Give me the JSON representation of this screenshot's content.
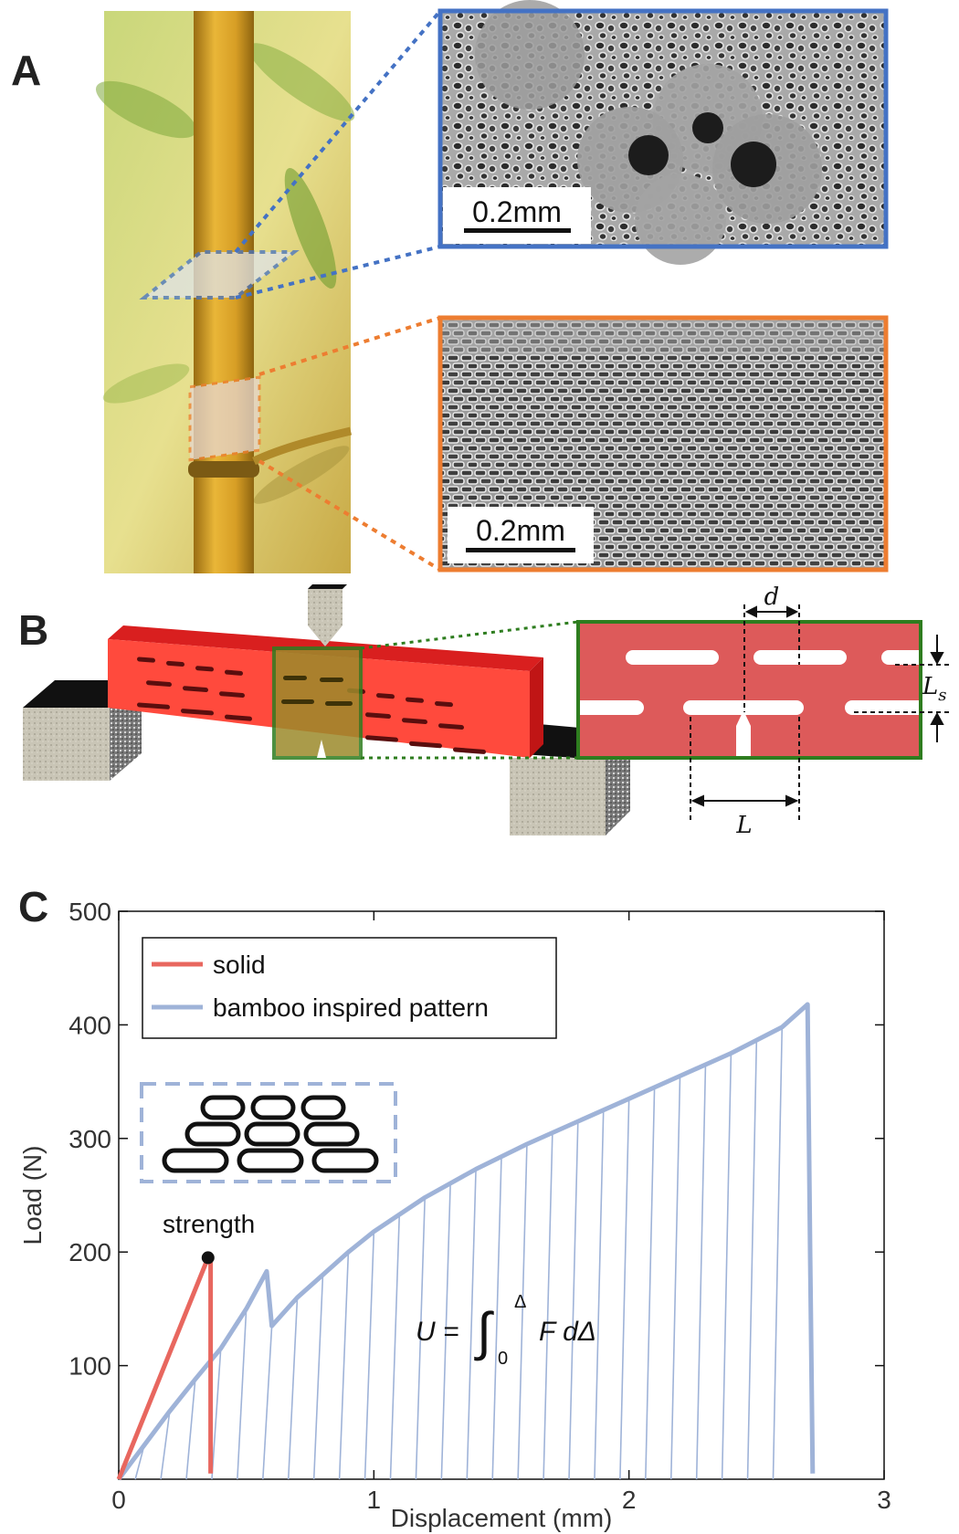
{
  "panels": {
    "a": "A",
    "b": "B",
    "c": "C"
  },
  "panel_a": {
    "scale_bar_top": "0.2mm",
    "scale_bar_bottom": "0.2mm",
    "colors": {
      "top_frame": "#4472c4",
      "bottom_frame": "#ed7d31"
    }
  },
  "panel_b": {
    "dim_d": "d",
    "dim_L": "L",
    "dim_Ls": "L",
    "dim_Ls_sub": "s",
    "colors": {
      "beam": "#ff3b3b",
      "zoom": "#dd5555",
      "zoom_frame": "#2e7d1f"
    }
  },
  "panel_c": {
    "legend_solid": "solid",
    "legend_bamboo": "bamboo inspired pattern",
    "strength_label": "strength",
    "eq_lhs": "U =",
    "eq_upper": "Δ",
    "eq_lower": "0",
    "eq_rhs": "F dΔ",
    "colors": {
      "solid": "#e8675f",
      "bamboo": "#9fb3d8"
    }
  },
  "chart_data": {
    "type": "line",
    "xlabel": "Displacement (mm)",
    "ylabel": "Load (N)",
    "xlim": [
      0,
      3
    ],
    "ylim": [
      0,
      500
    ],
    "xticks": [
      0,
      1,
      2,
      3
    ],
    "yticks": [
      100,
      200,
      300,
      400,
      500
    ],
    "xtick_labels": [
      "0",
      "1",
      "2",
      "3"
    ],
    "ytick_labels": [
      "100",
      "200",
      "300",
      "400",
      "500"
    ],
    "legend_position": "top-left",
    "grid": false,
    "series": [
      {
        "name": "solid",
        "x": [
          0,
          0.35,
          0.36,
          0.36
        ],
        "y": [
          0,
          195,
          190,
          5
        ]
      },
      {
        "name": "bamboo inspired pattern",
        "x": [
          0,
          0.1,
          0.2,
          0.3,
          0.4,
          0.5,
          0.58,
          0.6,
          0.7,
          0.8,
          0.9,
          1.0,
          1.2,
          1.4,
          1.6,
          1.8,
          2.0,
          2.2,
          2.4,
          2.6,
          2.7,
          2.71,
          2.72
        ],
        "y": [
          0,
          30,
          60,
          88,
          115,
          150,
          183,
          135,
          160,
          180,
          200,
          218,
          248,
          273,
          295,
          315,
          335,
          355,
          375,
          398,
          418,
          200,
          5
        ]
      },
      {
        "name": "strength",
        "x": [
          0.35
        ],
        "y": [
          195
        ]
      }
    ]
  }
}
